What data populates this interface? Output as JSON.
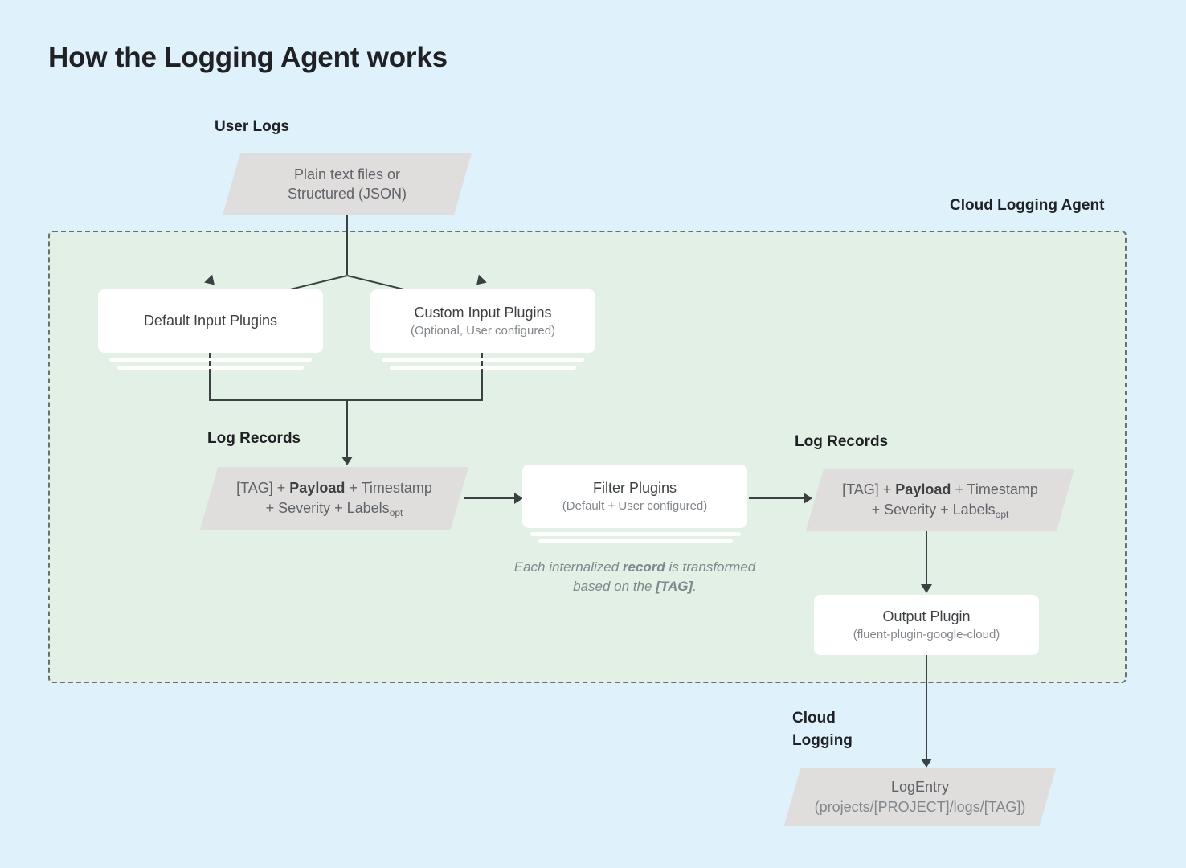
{
  "page": {
    "title": "How the Logging Agent works",
    "background_color": "#dff2fc",
    "agent_background_color": "#e2f0e6",
    "shape_color": "#e0dedc",
    "card_color": "#ffffff",
    "line_color": "#3c4043"
  },
  "labels": {
    "user_logs": "User Logs",
    "cloud_logging_agent": "Cloud Logging Agent",
    "log_records_left": "Log Records",
    "log_records_right": "Log Records",
    "cloud_logging": "Cloud\nLogging"
  },
  "nodes": {
    "user_logs_source": {
      "line1": "Plain text files or",
      "line2": "Structured (JSON)"
    },
    "default_input_plugins": {
      "title": "Default Input Plugins",
      "subtitle": ""
    },
    "custom_input_plugins": {
      "title": "Custom Input Plugins",
      "subtitle": "(Optional, User configured)"
    },
    "record_left": {
      "tag": "[TAG]",
      "plus1": " + ",
      "payload": "Payload",
      "rest1": " + Timestamp",
      "rest2": "+ Severity + Labels",
      "opt": "opt"
    },
    "filter_plugins": {
      "title": "Filter Plugins",
      "subtitle": "(Default + User configured)"
    },
    "record_right": {
      "tag": "[TAG]",
      "payload": "Payload",
      "rest1": " + Timestamp",
      "rest2": "+ Severity + Labels",
      "opt": "opt"
    },
    "output_plugin": {
      "title": "Output Plugin",
      "subtitle": "(fluent-plugin-google-cloud)"
    },
    "log_entry": {
      "title": "LogEntry",
      "subtitle": "(projects/[PROJECT]/logs/[TAG])"
    }
  },
  "captions": {
    "filter_note_part1": "Each internalized ",
    "filter_note_bold1": "record",
    "filter_note_part2": " is transformed based on the ",
    "filter_note_bold2": "[TAG]",
    "filter_note_part3": "."
  }
}
